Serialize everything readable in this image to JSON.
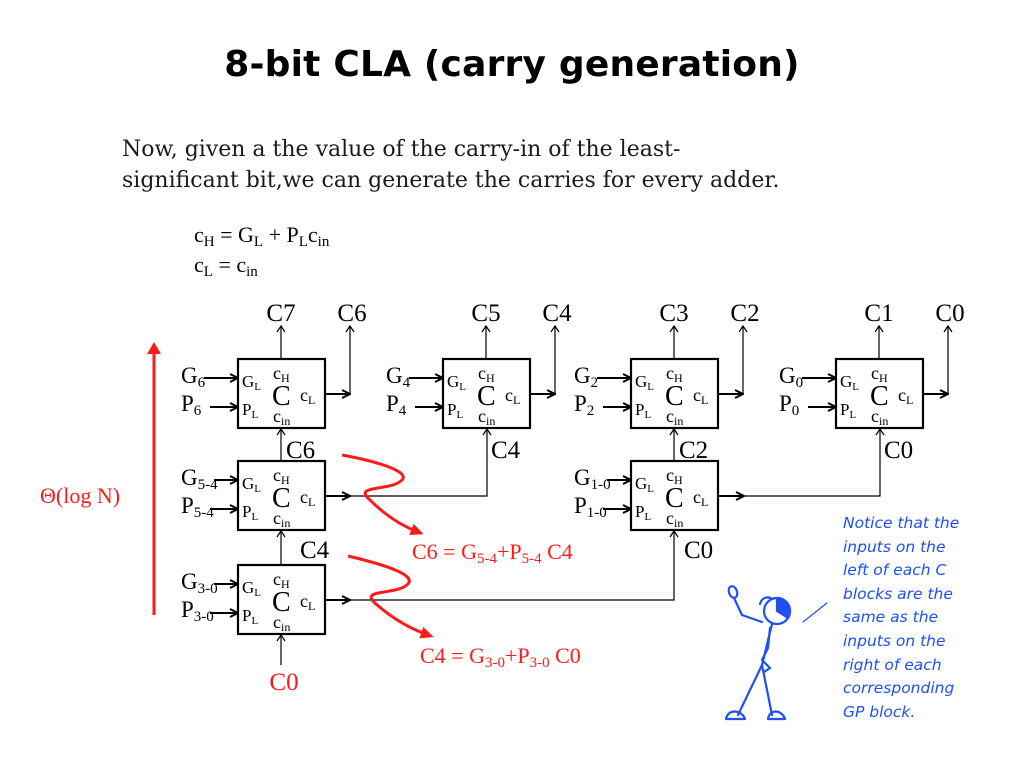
{
  "title": "8-bit CLA (carry generation)",
  "intro": {
    "line1": "Now, given a the value of the carry-in of the least-",
    "line2": "significant bit,we can generate the carries for every adder."
  },
  "equations": {
    "ch": {
      "lhs": "c",
      "lhs_sub": "H",
      "eq": " = G",
      "g_sub": "L",
      "plus": " + P",
      "p_sub": "L",
      "c": "c",
      "c_sub": "in"
    },
    "cl": {
      "lhs": "c",
      "lhs_sub": "L",
      "eq": " = c",
      "rhs_sub": "in"
    }
  },
  "block_ports": {
    "gl": "G",
    "gl_sub": "L",
    "pl": "P",
    "pl_sub": "L",
    "ch": "c",
    "ch_sub": "H",
    "cl": "c",
    "cl_sub": "L",
    "cin": "c",
    "cin_sub": "in",
    "name": "C"
  },
  "top_blocks": [
    {
      "g": "G",
      "g_sub": "6",
      "p": "P",
      "p_sub": "6",
      "out_high": "C7",
      "out_low": "C6",
      "cin_label": "C6"
    },
    {
      "g": "G",
      "g_sub": "4",
      "p": "P",
      "p_sub": "4",
      "out_high": "C5",
      "out_low": "C4",
      "cin_label": "C4"
    },
    {
      "g": "G",
      "g_sub": "2",
      "p": "P",
      "p_sub": "2",
      "out_high": "C3",
      "out_low": "C2",
      "cin_label": "C2"
    },
    {
      "g": "G",
      "g_sub": "0",
      "p": "P",
      "p_sub": "0",
      "out_high": "C1",
      "out_low": "C0",
      "cin_label": "C0"
    }
  ],
  "mid_blocks": [
    {
      "g": "G",
      "g_sub": "5-4",
      "p": "P",
      "p_sub": "5-4",
      "cin_label": "C4"
    },
    {
      "g": "G",
      "g_sub": "1-0",
      "p": "P",
      "p_sub": "1-0",
      "cin_label": "C0"
    }
  ],
  "bottom_block": {
    "g": "G",
    "g_sub": "3-0",
    "p": "P",
    "p_sub": "3-0",
    "cin_label": "C0"
  },
  "complexity_label": "Θ(log N)",
  "annotations": {
    "c6": {
      "lhs": "C6 = G",
      "s1": "5-4",
      "mid": "+P",
      "s2": "5-4",
      "rhs": " C4"
    },
    "c4": {
      "lhs": "C4 = G",
      "s1": "3-0",
      "mid": "+P",
      "s2": "3-0",
      "rhs": " C0"
    }
  },
  "note_lines": [
    "Notice that the",
    "inputs on the",
    "left of each C",
    "blocks are the",
    "same as the",
    "inputs on the",
    "right of each",
    "corresponding",
    "GP block."
  ],
  "colors": {
    "accent_red": "#ff1a1a",
    "note_blue": "#1f4ff5",
    "ink": "#000000"
  }
}
